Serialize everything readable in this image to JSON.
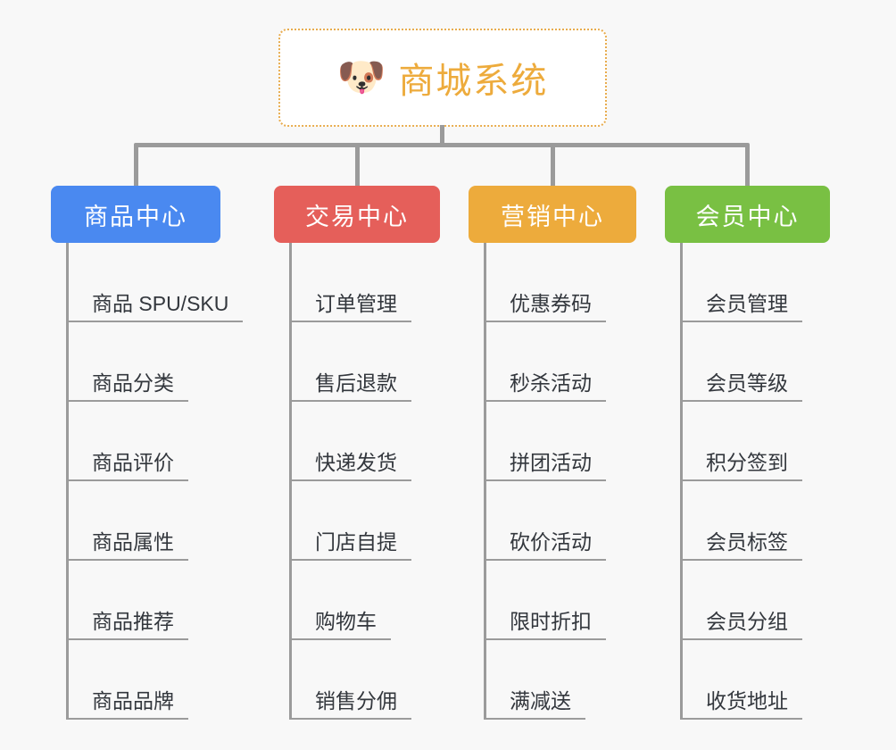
{
  "page": {
    "background_color": "#f8f8f8",
    "connector_color": "#9b9b9b"
  },
  "root": {
    "icon": "shiba-dog-face-icon",
    "icon_glyph": "🐶",
    "title": "商城系统",
    "text_color": "#edab3c",
    "border_color": "#e8ac4e",
    "background_color": "#ffffff"
  },
  "branches": [
    {
      "label": "商品中心",
      "color": "#4a89f0",
      "items": [
        "商品 SPU/SKU",
        "商品分类",
        "商品评价",
        "商品属性",
        "商品推荐",
        "商品品牌"
      ]
    },
    {
      "label": "交易中心",
      "color": "#e55f5a",
      "items": [
        "订单管理",
        "售后退款",
        "快递发货",
        "门店自提",
        "购物车",
        "销售分佣"
      ]
    },
    {
      "label": "营销中心",
      "color": "#edab3c",
      "items": [
        "优惠券码",
        "秒杀活动",
        "拼团活动",
        "砍价活动",
        "限时折扣",
        "满减送"
      ]
    },
    {
      "label": "会员中心",
      "color": "#79c043",
      "items": [
        "会员管理",
        "会员等级",
        "积分签到",
        "会员标签",
        "会员分组",
        "收货地址"
      ]
    }
  ]
}
